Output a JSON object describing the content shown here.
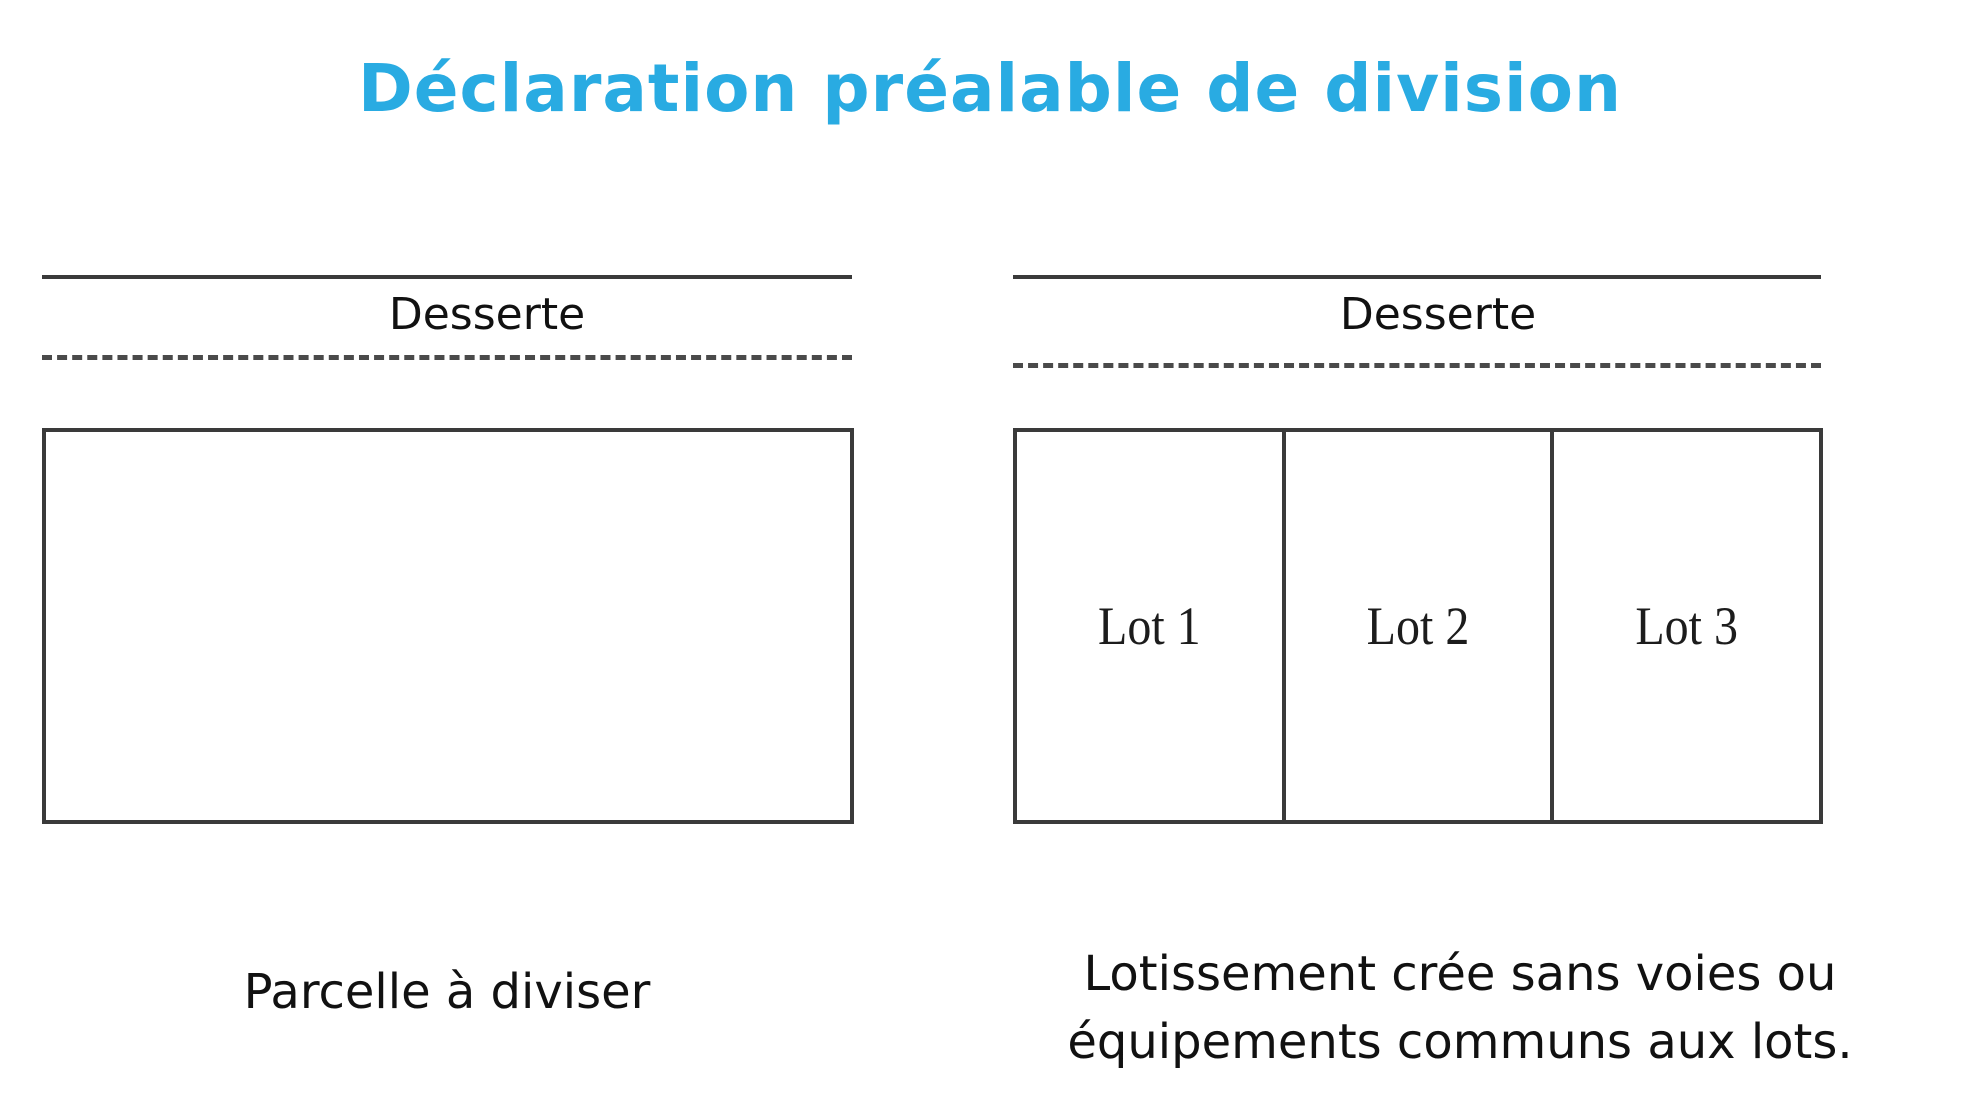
{
  "title": "Déclaration préalable de division",
  "colors": {
    "title": "#29abe2",
    "lines": "#3a3a3a",
    "text": "#111111"
  },
  "left_panel": {
    "road_label": "Desserte",
    "caption": "Parcelle à diviser"
  },
  "right_panel": {
    "road_label": "Desserte",
    "lots": [
      {
        "label": "Lot 1"
      },
      {
        "label": "Lot 2"
      },
      {
        "label": "Lot 3"
      }
    ],
    "caption_line1": "Lotissement crée sans voies ou",
    "caption_line2": "équipements communs aux lots."
  }
}
